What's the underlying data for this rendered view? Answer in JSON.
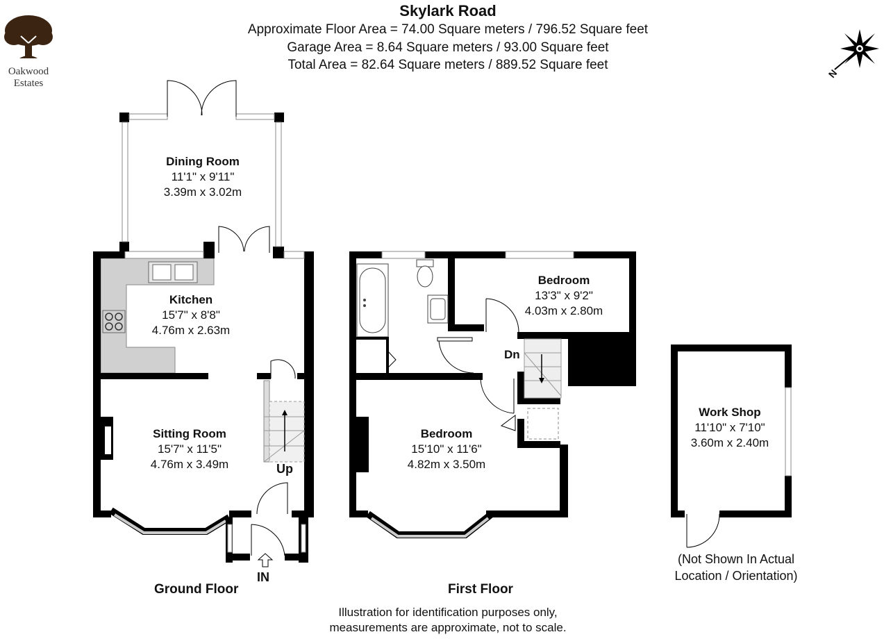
{
  "header": {
    "title": "Skylark Road",
    "floor_area": "Approximate Floor Area = 74.00 Square meters / 796.52 Square feet",
    "garage_area": "Garage Area = 8.64 Square meters / 93.00 Square feet",
    "total_area": "Total Area = 82.64 Square meters / 889.52 Square feet"
  },
  "logo": {
    "line1": "Oakwood",
    "line2": "Estates"
  },
  "compass": {
    "label": "N"
  },
  "rooms": {
    "dining": {
      "name": "Dining Room",
      "imperial": "11'1\" x 9'11\"",
      "metric": "3.39m x 3.02m"
    },
    "kitchen": {
      "name": "Kitchen",
      "imperial": "15'7\" x 8'8\"",
      "metric": "4.76m x 2.63m"
    },
    "sitting": {
      "name": "Sitting Room",
      "imperial": "15'7\" x 11'5\"",
      "metric": "4.76m x 3.49m"
    },
    "bedroom1": {
      "name": "Bedroom",
      "imperial": "13'3\" x 9'2\"",
      "metric": "4.03m x 2.80m"
    },
    "bedroom2": {
      "name": "Bedroom",
      "imperial": "15'10\" x 11'6\"",
      "metric": "4.82m x 3.50m"
    },
    "workshop": {
      "name": "Work Shop",
      "imperial": "11'10\" x 7'10\"",
      "metric": "3.60m x 2.40m"
    }
  },
  "stairs": {
    "up": "Up",
    "down": "Dn"
  },
  "entrance": {
    "label": "IN"
  },
  "floors": {
    "ground": "Ground Floor",
    "first": "First Floor"
  },
  "workshop_note": {
    "line1": "(Not Shown In Actual",
    "line2": "Location / Orientation)"
  },
  "disclaimer": {
    "line1": "Illustration for identification purposes only,",
    "line2": "measurements are approximate, not to scale."
  },
  "colors": {
    "wall": "#000000",
    "kitchen_fill": "#d0d0d0",
    "window": "#cccccc"
  }
}
